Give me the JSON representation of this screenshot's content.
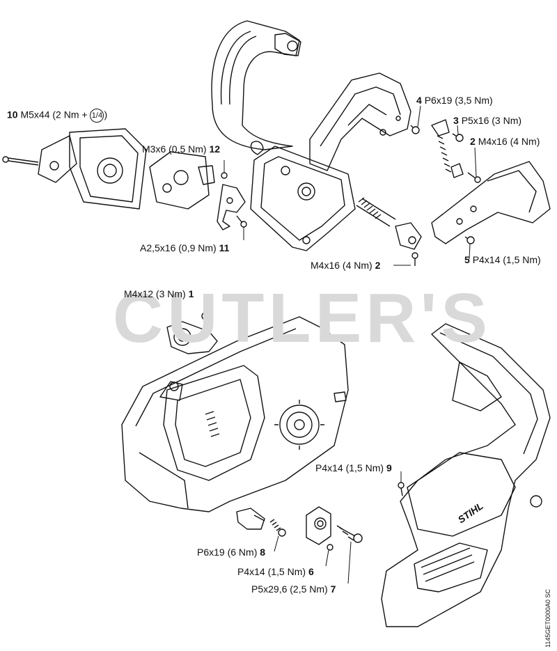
{
  "watermark": "CUTLER'S",
  "document_id": "1145GET0000A0 SC",
  "callouts": {
    "c10": {
      "num": "10",
      "spec": "M5x44 (2 Nm +",
      "extra": "1/4",
      "close": ")"
    },
    "c12": {
      "num": "12",
      "spec": "M3x6 (0,5 Nm)"
    },
    "c11": {
      "num": "11",
      "spec": "A2,5x16 (0,9 Nm)"
    },
    "c4": {
      "num": "4",
      "spec": "P6x19 (3,5 Nm)"
    },
    "c3": {
      "num": "3",
      "spec": "P5x16 (3 Nm)"
    },
    "c2a": {
      "num": "2",
      "spec": "M4x16 (4 Nm)"
    },
    "c2b": {
      "num": "2",
      "spec": "M4x16 (4 Nm)"
    },
    "c5": {
      "num": "5",
      "spec": "P4x14 (1,5 Nm)"
    },
    "c1": {
      "num": "1",
      "spec": "M4x12 (3 Nm)"
    },
    "c9": {
      "num": "9",
      "spec": "P4x14 (1,5 Nm)"
    },
    "c8": {
      "num": "8",
      "spec": "P6x19 (6 Nm)"
    },
    "c6": {
      "num": "6",
      "spec": "P4x14 (1,5 Nm)"
    },
    "c7": {
      "num": "7",
      "spec": "P5x29,6 (2,5 Nm)"
    }
  },
  "brand_mark": "STIHL"
}
